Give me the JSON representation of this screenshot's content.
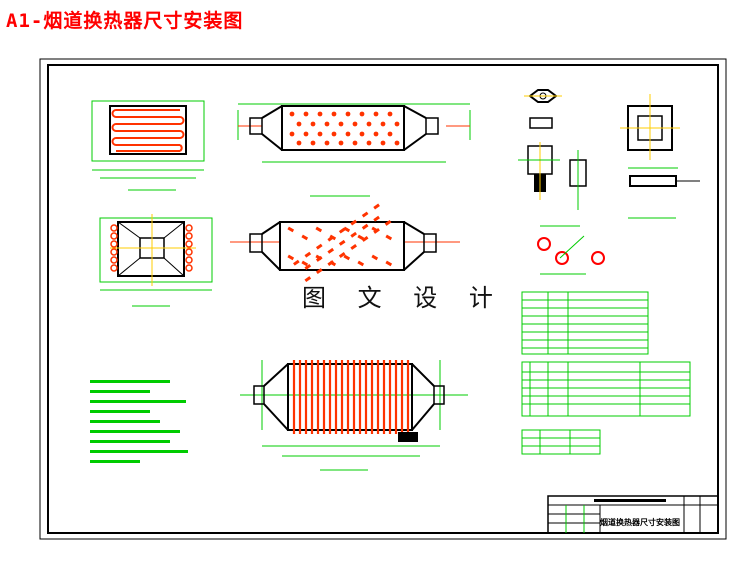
{
  "header": {
    "title": "A1-烟道换热器尺寸安装图"
  },
  "watermark": {
    "text": "图 文 设 计"
  },
  "title_block": {
    "drawing_name": "烟道换热器尺寸安装图"
  },
  "colors": {
    "title": "#ff0000",
    "frame": "#000000",
    "outline": "#000000",
    "tubes": "#ff3300",
    "dimensions": "#00cc00",
    "center_lines": "#ffcc00",
    "flange": "#00cccc"
  }
}
